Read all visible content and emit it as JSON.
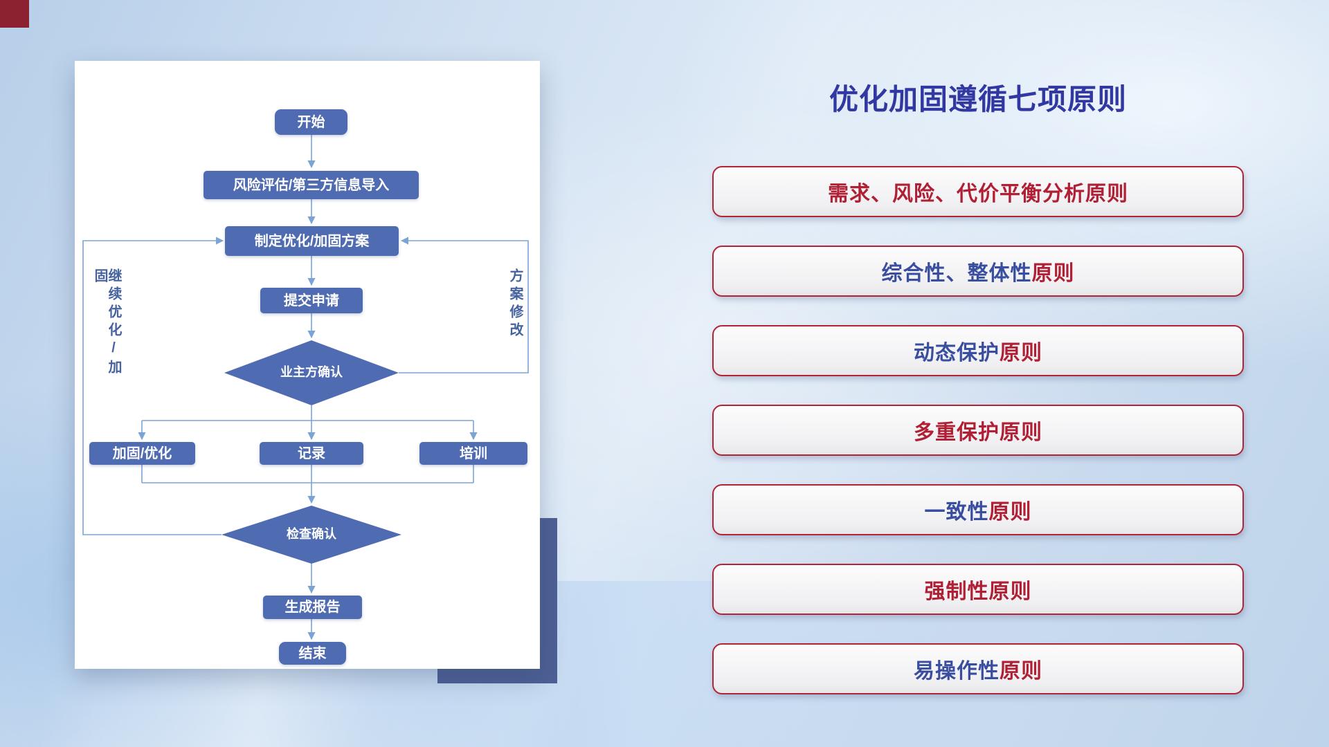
{
  "slide": {
    "title": "优化加固遵循七项原则"
  },
  "flowchart": {
    "nodes": {
      "start": "开始",
      "risk_import": "风险评估/第三方信息导入",
      "make_plan": "制定优化/加固方案",
      "submit_request": "提交申请",
      "owner_confirm": "业主方确认",
      "reinforce": "加固/优化",
      "record": "记录",
      "training": "培训",
      "check_confirm": "检查确认",
      "report": "生成报告",
      "end": "结束"
    },
    "side_labels": {
      "left_loop": "继续优化/加固",
      "right_loop": "方案修改"
    }
  },
  "principles": [
    {
      "parts": [
        {
          "text": "需求、风险、代价平衡分析原则",
          "tone": "red"
        }
      ]
    },
    {
      "parts": [
        {
          "text": "综合性、整体性",
          "tone": "navy"
        },
        {
          "text": "原则",
          "tone": "red"
        }
      ]
    },
    {
      "parts": [
        {
          "text": "动态保护",
          "tone": "navy"
        },
        {
          "text": "原则",
          "tone": "red"
        }
      ]
    },
    {
      "parts": [
        {
          "text": "多重保护原则",
          "tone": "red"
        }
      ]
    },
    {
      "parts": [
        {
          "text": "一致性",
          "tone": "navy"
        },
        {
          "text": "原则",
          "tone": "red"
        }
      ]
    },
    {
      "parts": [
        {
          "text": "强制性原则",
          "tone": "red"
        }
      ]
    },
    {
      "parts": [
        {
          "text": "易操作性",
          "tone": "navy"
        },
        {
          "text": "原则",
          "tone": "red"
        }
      ]
    }
  ],
  "colors": {
    "flow_node_blue": "#4f6cb2",
    "connector_blue": "#7aa3d6",
    "title_navy": "#3138a2",
    "principle_red": "#b01f33",
    "principle_navy": "#3a4ea0",
    "principle_border": "#b22335",
    "backdrop_navy": "#4d6095",
    "corner_red": "#8c2230",
    "card_white": "#ffffff"
  }
}
